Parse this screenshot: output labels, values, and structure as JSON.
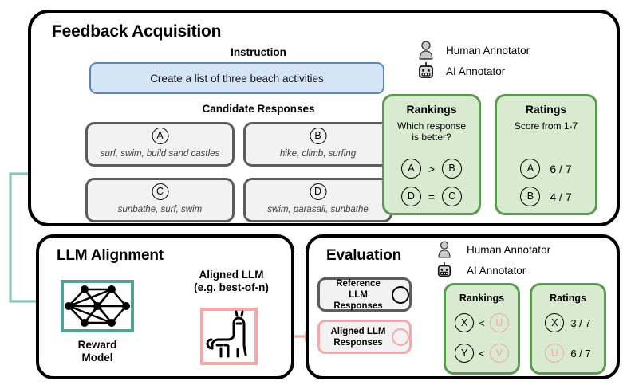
{
  "panels": {
    "feedback": {
      "title": "Feedback Acquisition",
      "instruction_label": "Instruction",
      "instruction_text": "Create a list of three beach activities",
      "candidates_label": "Candidate Responses",
      "candidates": [
        {
          "letter": "A",
          "text": "surf, swim, build sand castles"
        },
        {
          "letter": "B",
          "text": "hike, climb, surfing"
        },
        {
          "letter": "C",
          "text": "sunbathe, surf, swim"
        },
        {
          "letter": "D",
          "text": "swim, parasail, sunbathe"
        }
      ],
      "legend": {
        "human_icon": "human-annotator-icon",
        "human_label": "Human Annotator",
        "ai_icon": "ai-annotator-robot-icon",
        "ai_label": "AI Annotator"
      },
      "rankings": {
        "title": "Rankings",
        "subtitle": "Which response\nis better?",
        "rows": [
          {
            "left": "A",
            "op": ">",
            "right": "B"
          },
          {
            "left": "D",
            "op": "=",
            "right": "C"
          }
        ]
      },
      "ratings": {
        "title": "Ratings",
        "subtitle": "Score from 1-7",
        "rows": [
          {
            "item": "A",
            "score": "6 / 7"
          },
          {
            "item": "B",
            "score": "4 / 7"
          }
        ]
      }
    },
    "alignment": {
      "title": "LLM Alignment",
      "reward_model_label": "Reward\nModel",
      "aligned_llm_label": "Aligned LLM\n(e.g. best-of-n)",
      "reward_model_icon": "neural-network-icon",
      "aligned_llm_icon": "llama-icon"
    },
    "evaluation": {
      "title": "Evaluation",
      "legend": {
        "human_icon": "human-annotator-icon",
        "human_label": "Human Annotator",
        "ai_icon": "ai-annotator-robot-icon",
        "ai_label": "AI Annotator"
      },
      "reference_box": "Reference LLM\nResponses",
      "aligned_box": "Aligned LLM\nResponses",
      "rankings": {
        "title": "Rankings",
        "rows": [
          {
            "left": "X",
            "op": "<",
            "right": "U"
          },
          {
            "left": "Y",
            "op": "<",
            "right": "V"
          }
        ]
      },
      "ratings": {
        "title": "Ratings",
        "rows": [
          {
            "item": "X",
            "score": "3 / 7"
          },
          {
            "item": "U",
            "score": "6 / 7"
          }
        ]
      }
    }
  },
  "colors": {
    "instruction_fill": "#d6e4f7",
    "instruction_border": "#5a86bd",
    "green_fill": "#d8ead0",
    "green_border": "#5b9a4e",
    "candidate_fill": "#f2f2f2",
    "candidate_border": "#5c5c5c",
    "teal_arrow": "#8fc4bb",
    "pink_arrow": "#f4a8a8",
    "reward_border": "#4fa393",
    "black_arrow": "#000000"
  }
}
